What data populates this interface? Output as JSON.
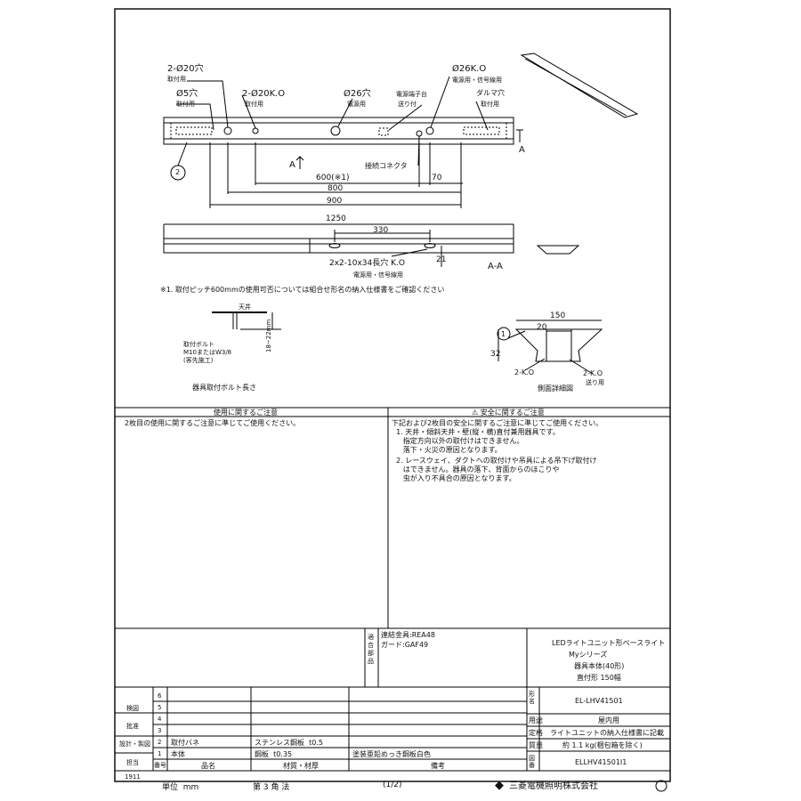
{
  "drawing": {
    "hole_2_20": "2-Ø20穴",
    "hole_2_20_use": "取付用",
    "hole_5": "Ø5穴",
    "hole_5_use": "取付用",
    "hole_2_20k": "2-Ø20K.O",
    "hole_2_20k_use": "取付用",
    "hole_26": "Ø26穴",
    "hole_26_use": "電源用",
    "terminal": "電源端子台",
    "terminal_use": "送り付",
    "hole_26k": "Ø26K.O",
    "hole_26k_use": "電源用・信号線用",
    "daruma": "ダルマ穴",
    "daruma_use": "取付用",
    "callout_2": "2",
    "section_a": "A",
    "section_a2": "A",
    "connector": "接続コネクタ",
    "dim_600": "600(※1)",
    "dim_70": "70",
    "dim_800": "800",
    "dim_900": "900",
    "dim_1250": "1250",
    "dim_330": "330",
    "dim_21": "21",
    "long_hole": "2x2-10x34長穴 K.O",
    "long_hole_use": "電源用・信号線用",
    "section_label": "A-A",
    "note1": "※1. 取付ピッチ600mmの使用可否については組合せ形名の納入仕様書をご確認ください",
    "ceiling": "天井",
    "bolt_label1": "取付ボルト",
    "bolt_label2": "M10またはW3/8",
    "bolt_label3": "(客先施工)",
    "bolt_dim": "18~22mm",
    "bolt_title": "器具取付ボルト長さ",
    "side_150": "150",
    "side_20": "20",
    "side_32": "32",
    "side_callout": "1",
    "side_2ko_left": "2-K.O",
    "side_2ko_right": "2-K.O",
    "side_2ko_right_use": "送り用",
    "side_title": "側面詳細図"
  },
  "usage": {
    "title": "使用に関するご注意",
    "text": "2枚目の使用に関するご注意に準じてご使用ください。"
  },
  "safety": {
    "title": "⚠ 安全に関するご注意",
    "lines": [
      "下記および2枚目の安全に関するご注意に準じてご使用ください。",
      "  1. 天井・傾斜天井・壁(縦・横)直付兼用器具です。",
      "     指定方向以外の取付けはできません。",
      "     落下・火災の原因となります。",
      "  2. レースウェイ、ダクトへの取付けや吊具による吊下げ取付け",
      "     はできません。器具の落下、背面からのほこりや",
      "     虫が入り不具合の原因となります。"
    ]
  },
  "fittings": {
    "label": "適合部品",
    "lines": [
      "連結金具:REA48",
      "ガード:GAF49"
    ]
  },
  "product": {
    "lines": [
      "LEDライトユニット形ベースライト",
      "Myシリーズ",
      "器具本体(40形)",
      "直付形 150幅"
    ]
  },
  "title_block": {
    "model_label": "形名",
    "model": "EL-LHV41501",
    "use_label": "用途",
    "use": "屋内用",
    "rating_label": "定格",
    "rating": "ライトユニットの納入仕様書に記載",
    "weight_label": "質量",
    "weight": "約 1.1 kg(梱包箱を除く)",
    "drawing_no_label": "図番",
    "drawing_no": "ELLHV41501I1",
    "check_label": "検図",
    "approve_label": "批准",
    "design_label": "設計・製図",
    "manager_label": "担当",
    "code": "1911",
    "unit": "単位  mm",
    "projection": "第 3 角 法",
    "page": "(1/2)",
    "company": "三菱電機照明株式会社"
  },
  "parts": {
    "headers": {
      "no": "番号",
      "name": "品名",
      "material": "材質・材厚",
      "note": "備考"
    },
    "rows": [
      {
        "no": "6",
        "name": "",
        "material": "",
        "note": ""
      },
      {
        "no": "5",
        "name": "",
        "material": "",
        "note": ""
      },
      {
        "no": "4",
        "name": "",
        "material": "",
        "note": ""
      },
      {
        "no": "3",
        "name": "",
        "material": "",
        "note": ""
      },
      {
        "no": "2",
        "name": "取付バネ",
        "material": "ステンレス鋼板  t0.5",
        "note": ""
      },
      {
        "no": "1",
        "name": "本体",
        "material": "鋼板  t0.35",
        "note": "塗装亜鉛めっき鋼板白色"
      }
    ]
  }
}
